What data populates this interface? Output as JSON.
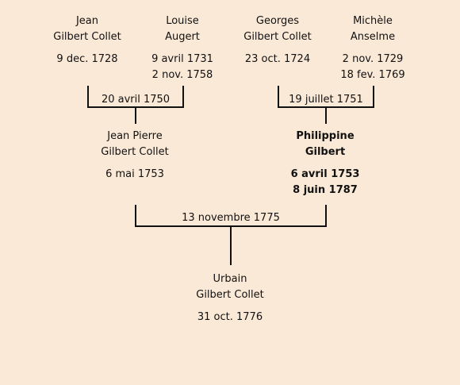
{
  "people": {
    "jean": {
      "first": "Jean",
      "last": "Gilbert Collet",
      "dates": [
        "9 dec. 1728"
      ]
    },
    "louise": {
      "first": "Louise",
      "last": "Augert",
      "dates": [
        "9 avril 1731",
        "2 nov. 1758"
      ]
    },
    "georges": {
      "first": "Georges",
      "last": "Gilbert Collet",
      "dates": [
        "23 oct. 1724"
      ]
    },
    "michele": {
      "first": "Michèle",
      "last": "Anselme",
      "dates": [
        "2 nov. 1729",
        "18 fev. 1769"
      ]
    },
    "jean_pierre": {
      "first": "Jean Pierre",
      "last": "Gilbert Collet",
      "dates": [
        "6 mai 1753"
      ]
    },
    "philippine": {
      "first": "Philippine",
      "last": "Gilbert",
      "dates": [
        "6 avril 1753",
        "8 juin 1787"
      ]
    },
    "urbain": {
      "first": "Urbain",
      "last": "Gilbert Collet",
      "dates": [
        "31 oct. 1776"
      ]
    }
  },
  "marriages": {
    "jean_louise": "20 avril 1750",
    "georges_michele": "19 juillet 1751",
    "jeanpierre_philippine": "13 novembre 1775"
  }
}
